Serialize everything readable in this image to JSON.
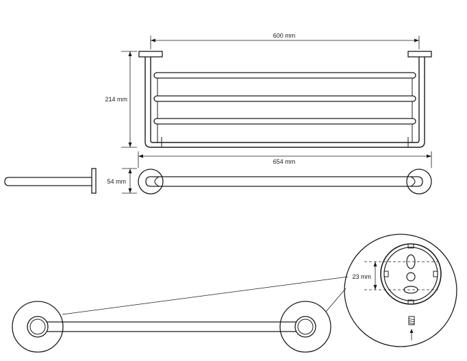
{
  "dimensions": {
    "width_top": "600 mm",
    "height": "214 mm",
    "width_overall": "654 mm",
    "depth": "54 mm",
    "hole_spacing": "23 mm"
  }
}
